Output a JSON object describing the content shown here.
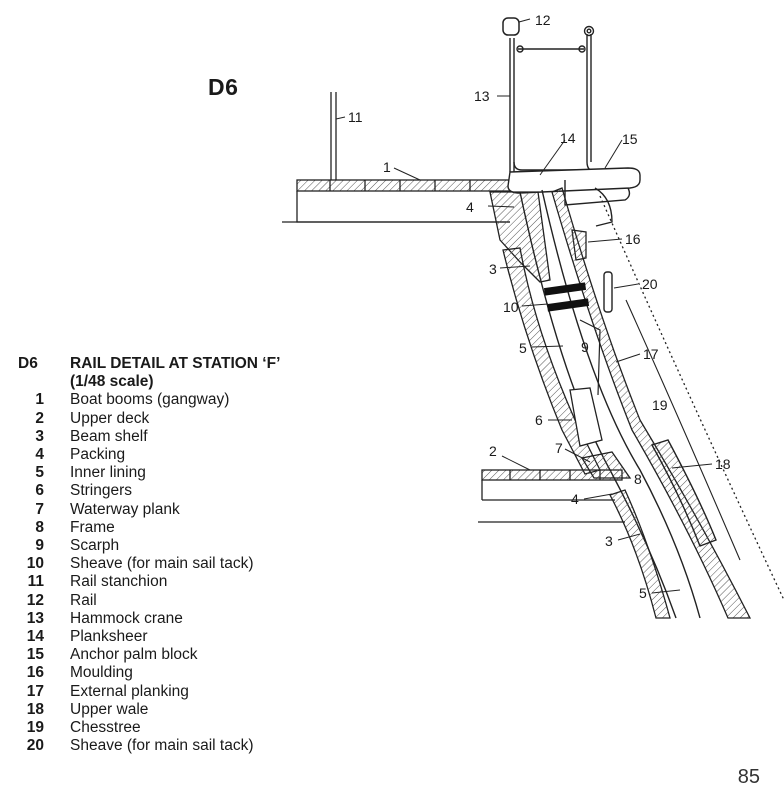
{
  "figure_id": "D6",
  "caption": {
    "id": "D6",
    "title": "RAIL DETAIL AT STATION ‘F’",
    "scale": "(1/48 scale)"
  },
  "legend": [
    {
      "num": "1",
      "label": "Boat booms (gangway)"
    },
    {
      "num": "2",
      "label": "Upper deck"
    },
    {
      "num": "3",
      "label": "Beam shelf"
    },
    {
      "num": "4",
      "label": "Packing"
    },
    {
      "num": "5",
      "label": "Inner lining"
    },
    {
      "num": "6",
      "label": "Stringers"
    },
    {
      "num": "7",
      "label": "Waterway plank"
    },
    {
      "num": "8",
      "label": "Frame"
    },
    {
      "num": "9",
      "label": "Scarph"
    },
    {
      "num": "10",
      "label": "Sheave (for main sail tack)"
    },
    {
      "num": "11",
      "label": "Rail stanchion"
    },
    {
      "num": "12",
      "label": "Rail"
    },
    {
      "num": "13",
      "label": "Hammock crane"
    },
    {
      "num": "14",
      "label": "Planksheer"
    },
    {
      "num": "15",
      "label": "Anchor palm block"
    },
    {
      "num": "16",
      "label": "Moulding"
    },
    {
      "num": "17",
      "label": "External planking"
    },
    {
      "num": "18",
      "label": "Upper wale"
    },
    {
      "num": "19",
      "label": "Chesstree"
    },
    {
      "num": "20",
      "label": "Sheave (for main sail tack)"
    }
  ],
  "callouts": {
    "c1": "1",
    "c2": "2",
    "c3a": "3",
    "c3b": "3",
    "c4a": "4",
    "c4b": "4",
    "c5a": "5",
    "c5b": "5",
    "c6": "6",
    "c7": "7",
    "c8": "8",
    "c9": "9",
    "c10": "10",
    "c11": "11",
    "c12": "12",
    "c13": "13",
    "c14": "14",
    "c15": "15",
    "c16": "16",
    "c17": "17",
    "c18": "18",
    "c19": "19",
    "c20": "20"
  },
  "page_number": "85"
}
